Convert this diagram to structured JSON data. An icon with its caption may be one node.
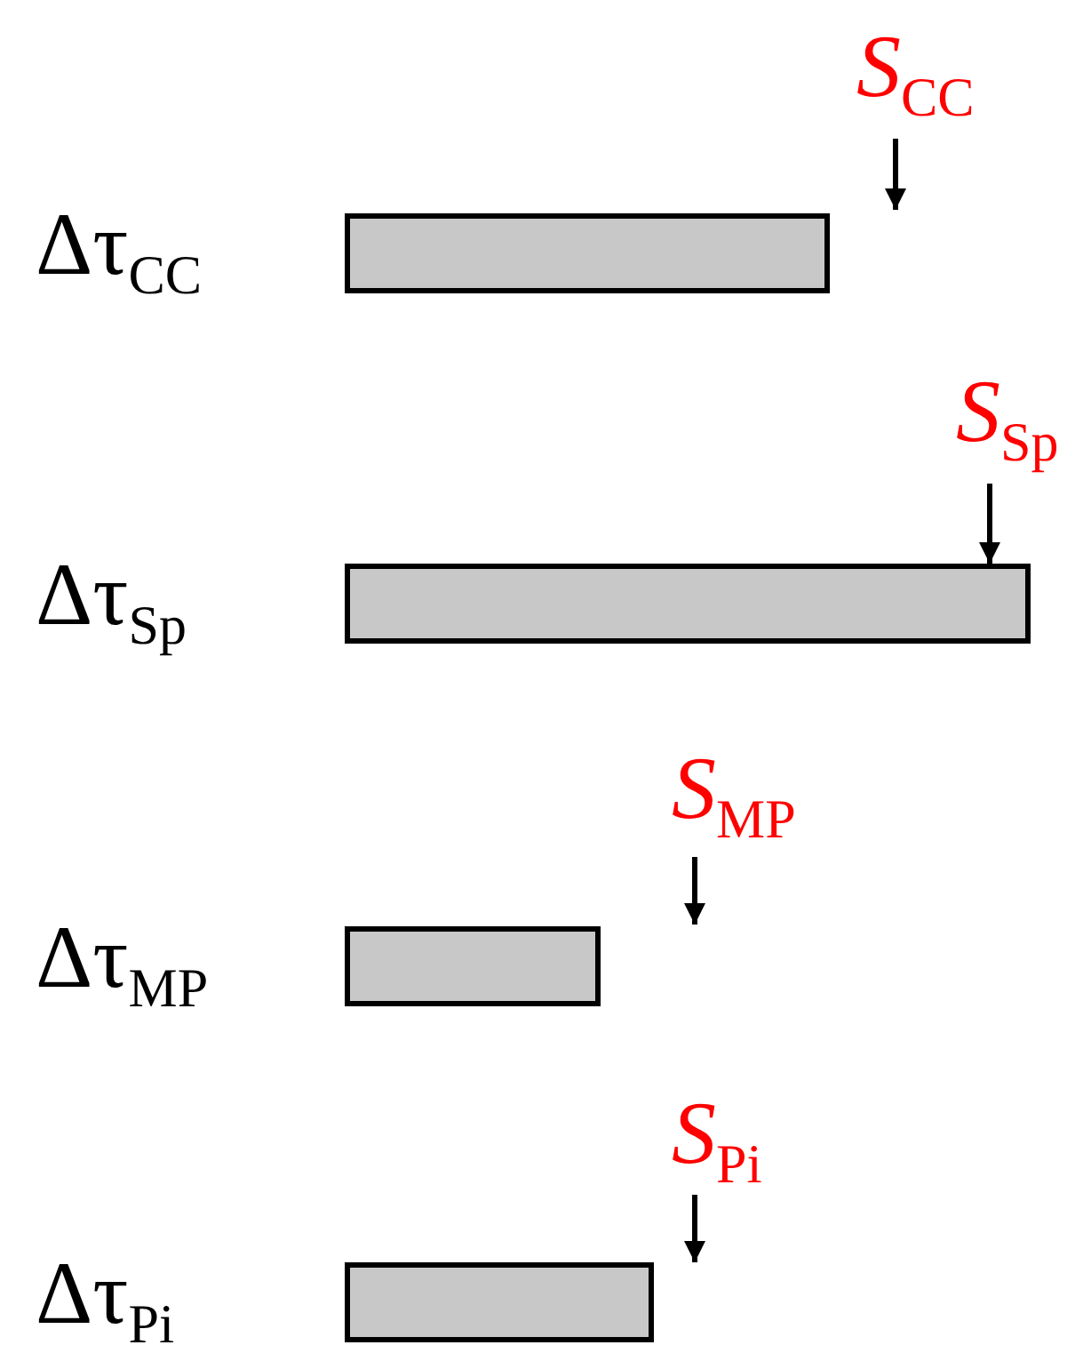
{
  "diagram": {
    "nodes": [
      {
        "text": [
          "*S*$_{CC}$"
        ]
      },
      {
        "text": [],
        "shape": "bar",
        "beside": [
          "Δτ$_{CC}$"
        ]
      },
      {
        "text": [
          "*S*$_{Sp}$"
        ]
      },
      {
        "text": [],
        "shape": "bar",
        "beside": [
          "Δτ$_{Sp}$"
        ]
      },
      {
        "text": [
          "*S*$_{MP}$"
        ]
      },
      {
        "text": [],
        "shape": "bar",
        "beside": [
          "Δτ$_{MP}$"
        ]
      },
      {
        "text": [
          "*S*$_{Pi}$"
        ]
      },
      {
        "text": [],
        "shape": "bar",
        "beside": [
          "Δτ$_{Pi}$"
        ]
      }
    ],
    "edges": [
      {
        "from": 0,
        "to": null,
        "arrow": "to"
      },
      {
        "from": 2,
        "to": 3,
        "arrow": "to"
      },
      {
        "from": 4,
        "to": null,
        "arrow": "to"
      },
      {
        "from": 6,
        "to": 7,
        "arrow": "to"
      }
    ]
  }
}
